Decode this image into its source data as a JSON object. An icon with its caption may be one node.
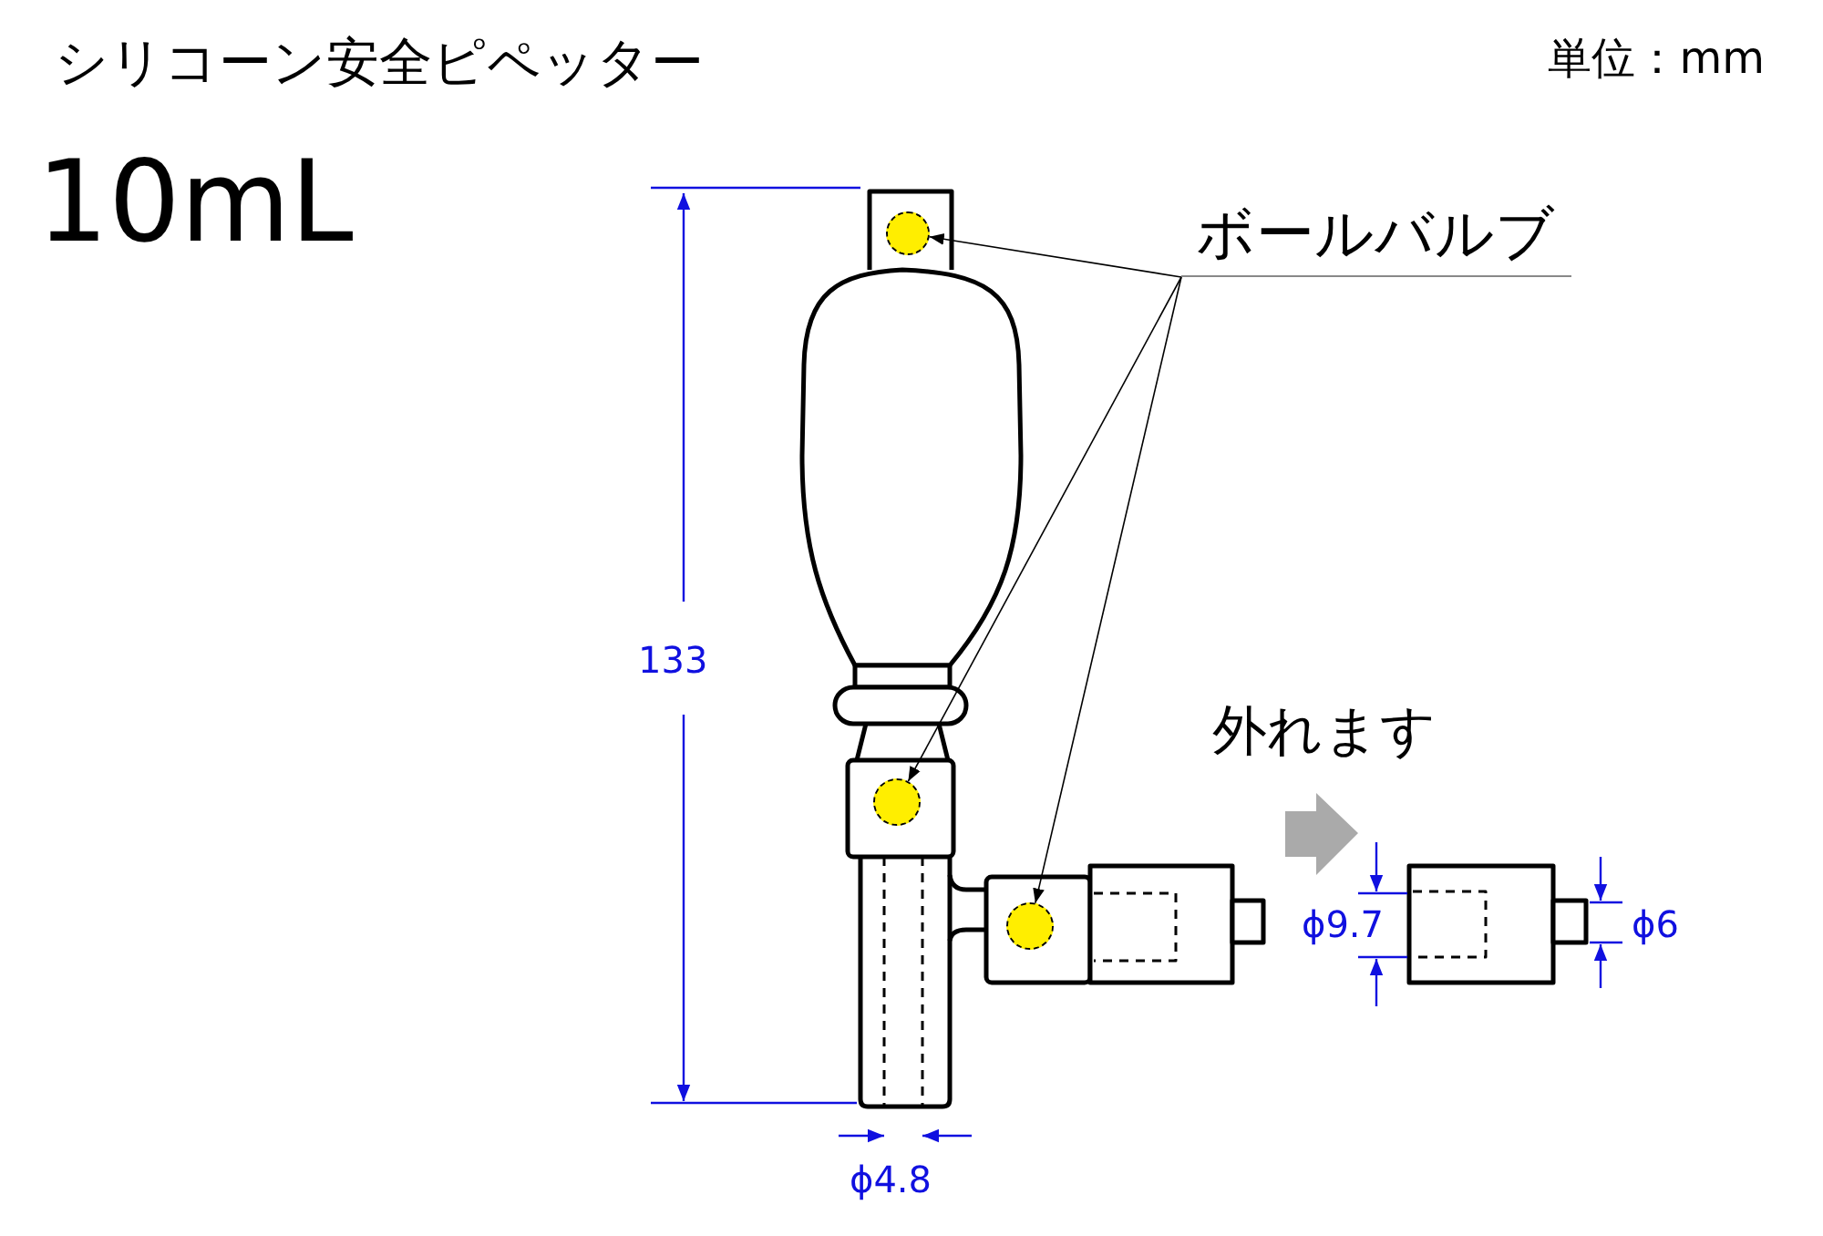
{
  "diagram": {
    "title": "シリコーン安全ピペッター",
    "nodes": [
      {
        "text": [
          "ボールバルブ"
        ]
      },
      {
        "text": [],
        "shape": "circle"
      },
      {
        "text": [],
        "shape": "circle"
      },
      {
        "text": [],
        "shape": "circle"
      }
    ],
    "edges": [
      {
        "from": 0,
        "to": 1,
        "arrow": "to"
      },
      {
        "from": 0,
        "to": 2,
        "arrow": "to"
      },
      {
        "from": 0,
        "to": 3,
        "arrow": "to"
      }
    ],
    "labels": [
      "単位：mm",
      "10mL",
      "133",
      "外れます",
      "ϕ9.7",
      "ϕ6",
      "ϕ4.8"
    ]
  }
}
